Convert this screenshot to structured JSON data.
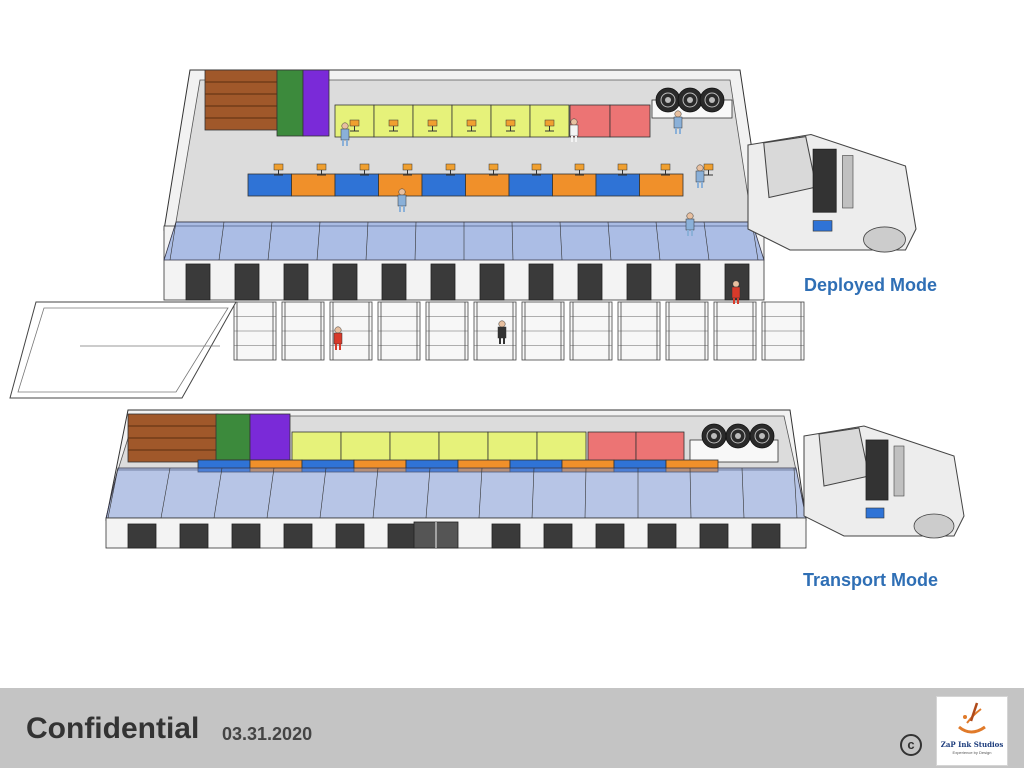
{
  "labels": {
    "deployed_mode": "Deployed Mode",
    "transport_mode": "Transport Mode"
  },
  "footer": {
    "confidential": "Confidential",
    "date": "03.31.2020",
    "copyright_symbol": "c",
    "logo_name": "ZaP Ink Studios",
    "logo_tagline": "Experience by Design"
  },
  "colors": {
    "label_blue": "#2f6fb5",
    "station_blue": "#2f73d6",
    "station_orange": "#f0902a",
    "module_yellow": "#e6f27a",
    "module_red": "#ec7474",
    "module_green": "#3c8a3c",
    "module_purple": "#7a2ad8",
    "shelving_wood": "#a0582a",
    "glass_partition": "#6f8fd8",
    "footer_gray": "#c4c4c4"
  },
  "icons": [
    "truck-cab-icon",
    "cable-reel-icon",
    "person-icon",
    "chair-icon",
    "door-icon",
    "stairs-icon",
    "ramp-icon",
    "copyright-icon",
    "brush-logo-icon"
  ]
}
